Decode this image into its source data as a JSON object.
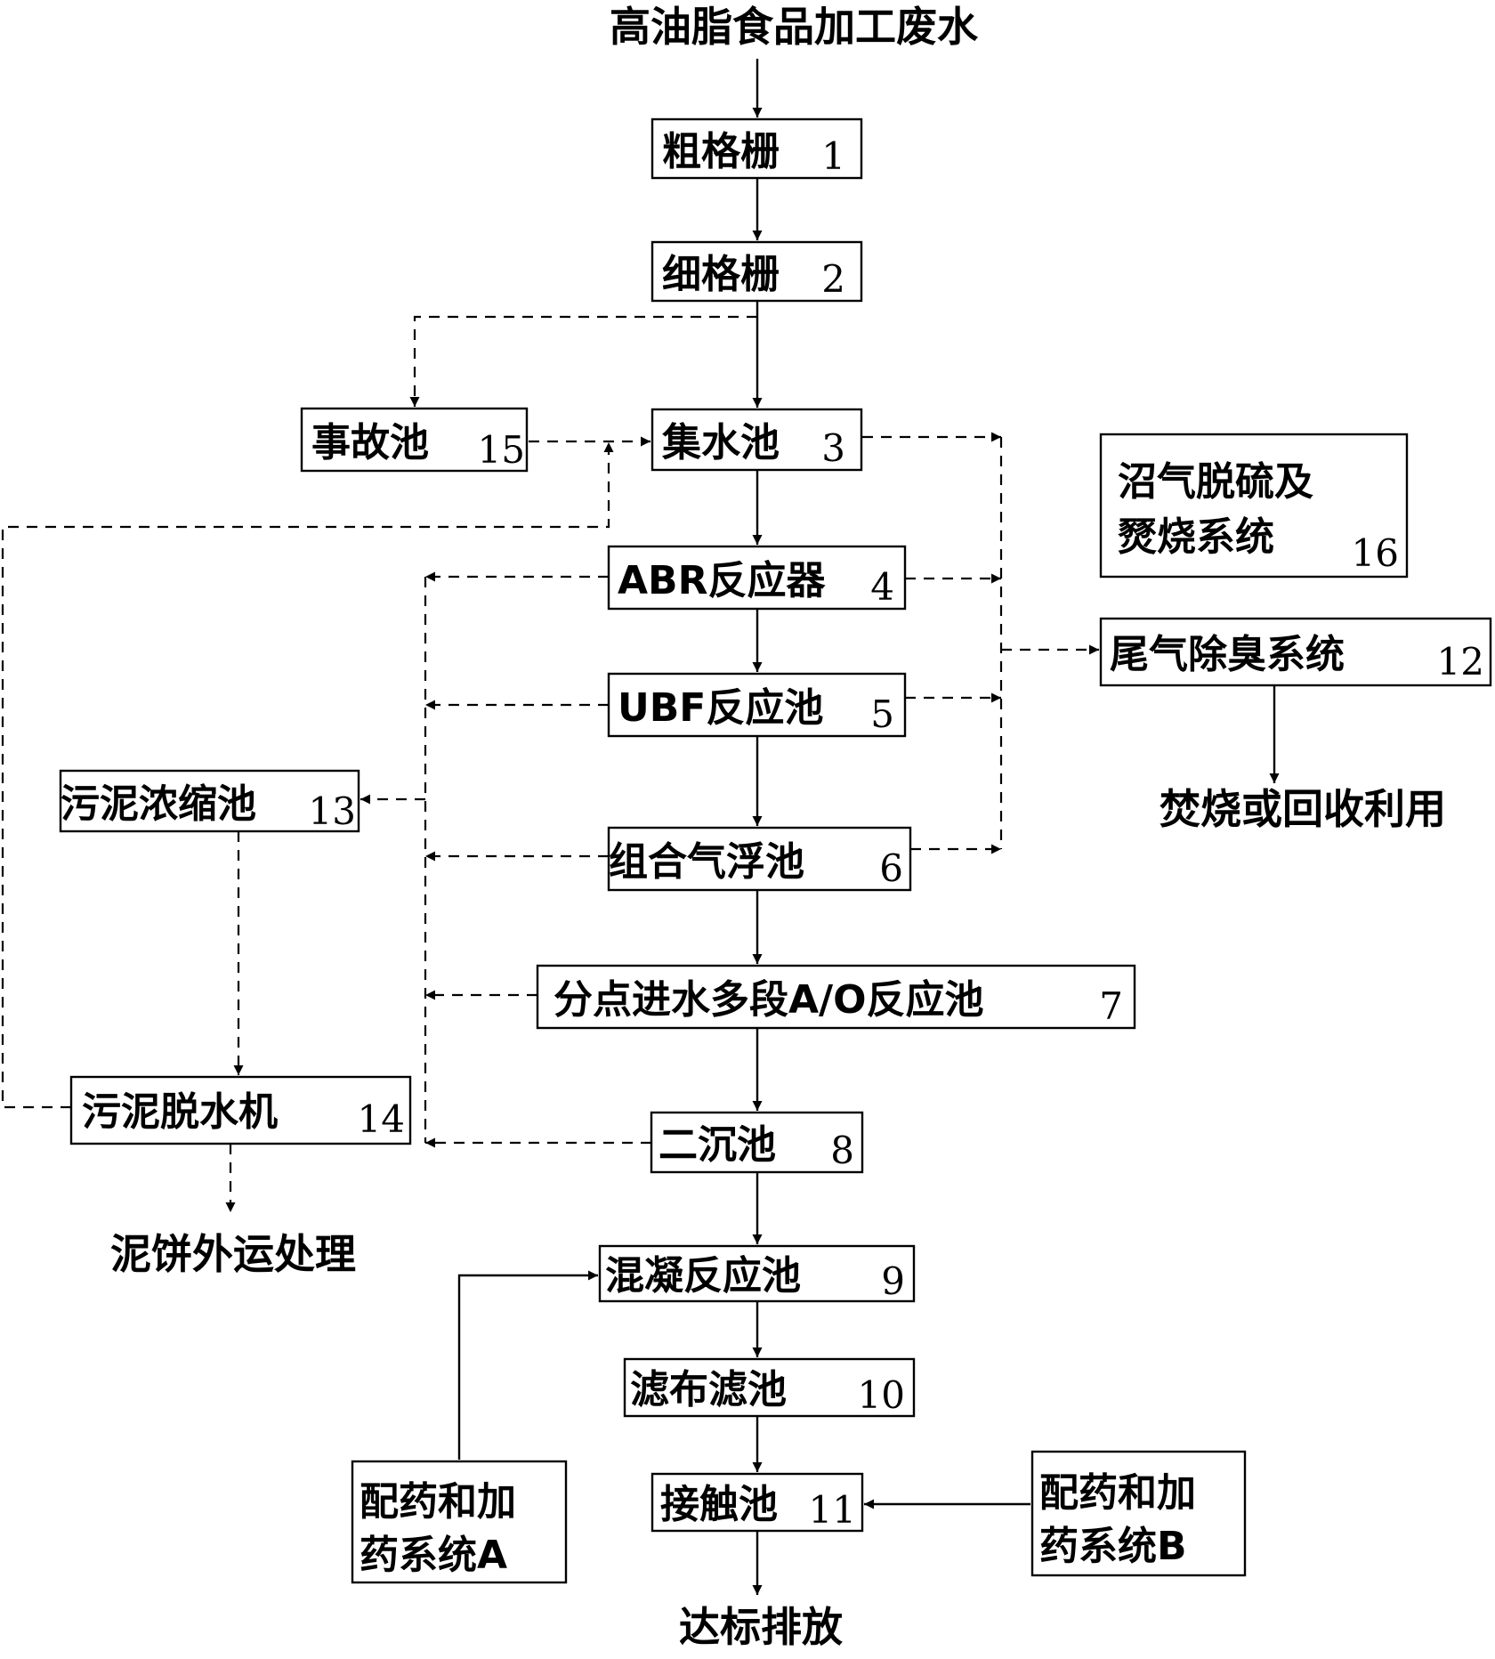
{
  "nodes": {
    "n1": {
      "label": "粗格栅",
      "num": "1"
    },
    "n2": {
      "label": "细格栅",
      "num": "2"
    },
    "n3": {
      "label": "集水池",
      "num": "3"
    },
    "n4": {
      "label": "ABR反应器",
      "num": "4"
    },
    "n5": {
      "label": "UBF反应池",
      "num": "5"
    },
    "n6": {
      "label": "组合气浮池",
      "num": "6"
    },
    "n7": {
      "label": "分点进水多段A/O反应池",
      "num": "7"
    },
    "n8": {
      "label": "二沉池",
      "num": "8"
    },
    "n9": {
      "label": "混凝反应池",
      "num": "9"
    },
    "n10": {
      "label": "滤布滤池",
      "num": "10"
    },
    "n11": {
      "label": "接触池",
      "num": "11"
    },
    "n12": {
      "label": "尾气除臭系统",
      "num": "12"
    },
    "n13": {
      "label": "污泥浓缩池",
      "num": "13"
    },
    "n14": {
      "label": "污泥脱水机",
      "num": "14"
    },
    "n15": {
      "label": "事故池",
      "num": "15"
    },
    "n16": {
      "line1": "沼气脱硫及",
      "line2": "燹烧系统",
      "num": "16"
    },
    "dosA": {
      "line1": "配药和加",
      "line2": "药系统A"
    },
    "dosB": {
      "line1": "配药和加",
      "line2": "药系统B"
    }
  },
  "terminals": {
    "input": "高油脂食品加工废水",
    "discharge": "达标排放",
    "sludge_cake": "泥饼外运处理",
    "gas_use": "焚烧或回收利用"
  }
}
